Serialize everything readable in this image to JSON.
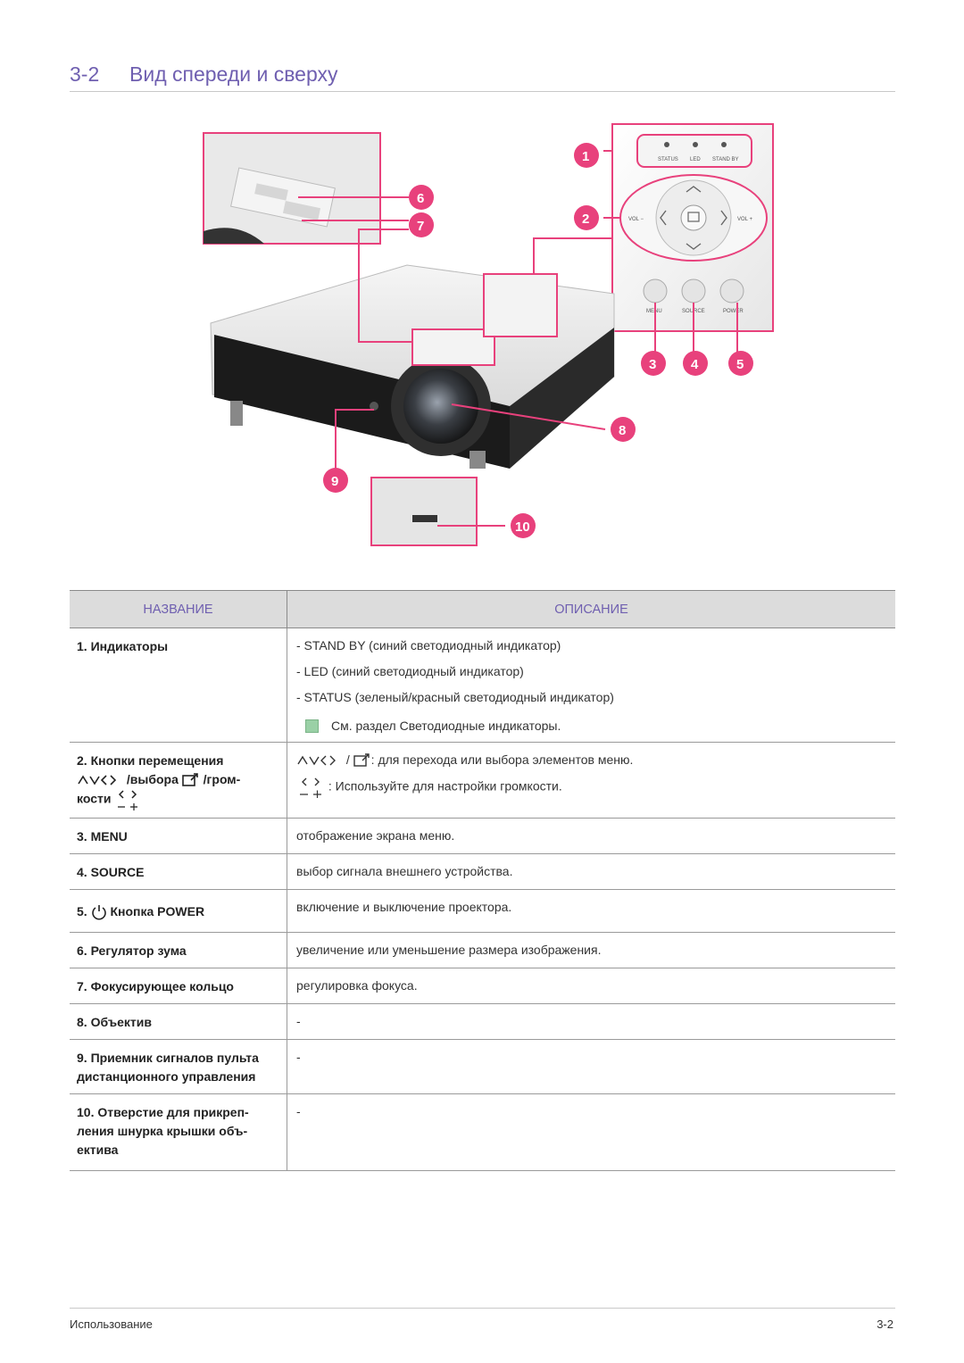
{
  "header": {
    "section_number": "3-2",
    "title": "Вид спереди и сверху"
  },
  "illustration": {
    "indicator_labels": [
      "STATUS",
      "LED",
      "STAND BY"
    ],
    "volume_labels": {
      "minus": "VOL −",
      "plus": "VOL +"
    },
    "button_labels": [
      "MENU",
      "SOURCE",
      "POWER"
    ],
    "callouts": [
      "1",
      "2",
      "3",
      "4",
      "5",
      "6",
      "7",
      "8",
      "9",
      "10"
    ]
  },
  "table": {
    "col_name": "НАЗВАНИЕ",
    "col_desc": "ОПИСАНИЕ",
    "rows": [
      {
        "name": "1. Индикаторы",
        "desc": [
          "- STAND BY (синий светодиодный индикатор)",
          "- LED (синий светодиодный индикатор)",
          "- STATUS (зеленый/красный светодиодный индикатор)"
        ],
        "note": "См. раздел Светодиодные индикаторы."
      },
      {
        "name_parts": [
          "2. Кнопки перемещения",
          "/выбора",
          "/гром-",
          "кости"
        ],
        "desc": [
          ": для перехода или выбора элементов меню.",
          ": Используйте для настройки громкости."
        ]
      },
      {
        "name": "3. MENU",
        "desc": [
          "отображение экрана меню."
        ]
      },
      {
        "name": "4. SOURCE",
        "desc": [
          "выбор сигнала внешнего устройства."
        ]
      },
      {
        "name_prefix": "5.",
        "name": "Кнопка POWER",
        "desc": [
          "включение и выключение проектора."
        ]
      },
      {
        "name": "6. Регулятор зума",
        "desc": [
          "увеличение или уменьшение размера изображения."
        ]
      },
      {
        "name": "7. Фокусирующее кольцо",
        "desc": [
          "регулировка фокуса."
        ]
      },
      {
        "name": "8. Объектив",
        "desc": [
          "-"
        ]
      },
      {
        "name": "9. Приемник сигналов пульта дистанционного управления",
        "desc": [
          "-"
        ]
      },
      {
        "name": "10. Отверстие для прикреп- ления шнурка крышки объ- ектива",
        "desc": [
          "-"
        ]
      }
    ]
  },
  "footer": {
    "left": "Использование",
    "right": "3-2"
  },
  "colors": {
    "accent": "#6f5fb0",
    "callout": "#e8417c",
    "note_icon": "#9ad0a6"
  }
}
